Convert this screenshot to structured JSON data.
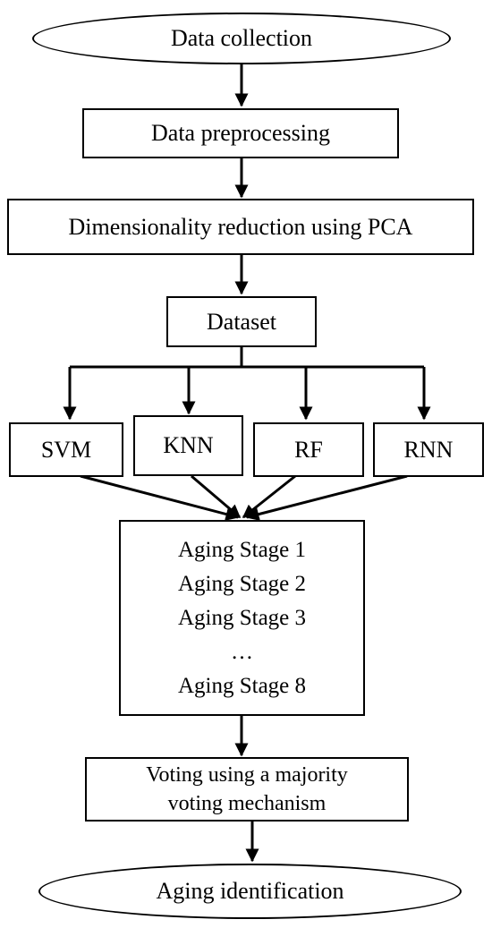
{
  "diagram": {
    "start": "Data collection",
    "preprocess": "Data preprocessing",
    "reduction": "Dimensionality reduction using PCA",
    "dataset": "Dataset",
    "models": [
      "SVM",
      "KNN",
      "RF",
      "RNN"
    ],
    "stages": [
      "Aging Stage 1",
      "Aging Stage 2",
      "Aging Stage 3",
      "…",
      "Aging Stage 8"
    ],
    "voting": [
      "Voting using a majority",
      "voting mechanism"
    ],
    "end": "Aging identification"
  }
}
